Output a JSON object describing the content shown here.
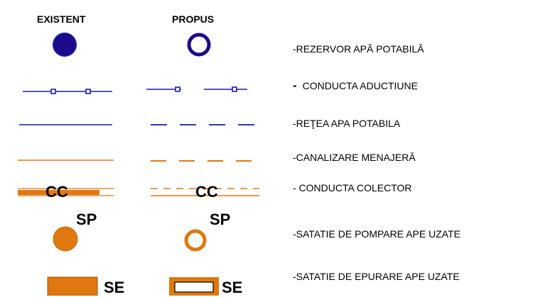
{
  "headers": {
    "existent": "EXISTENT",
    "propus": "PROPUS"
  },
  "colors": {
    "water": "#1a1aa8",
    "tank_fill": "#1c0a8a",
    "sewer": "#e07810"
  },
  "legend": [
    {
      "label": "-REZERVOR APĂ POTABILĂ",
      "icon": "potable-water-tank-icon"
    },
    {
      "dash": "-",
      "label": "CONDUCTA ADUCTIUNE",
      "icon": "supply-pipe-icon"
    },
    {
      "label": "-REŢEA APA POTABILA",
      "icon": "water-network-icon"
    },
    {
      "label": "-CANALIZARE MENAJERĂ",
      "icon": "sewer-line-icon"
    },
    {
      "label": "- CONDUCTA COLECTOR",
      "icon": "collector-pipe-icon",
      "tag": "CC"
    },
    {
      "label": "-SATATIE DE POMPARE APE UZATE",
      "icon": "pumping-station-icon",
      "tag": "SP"
    },
    {
      "label": "-SATATIE DE EPURARE APE UZATE",
      "icon": "treatment-station-icon",
      "tag": "SE"
    }
  ]
}
